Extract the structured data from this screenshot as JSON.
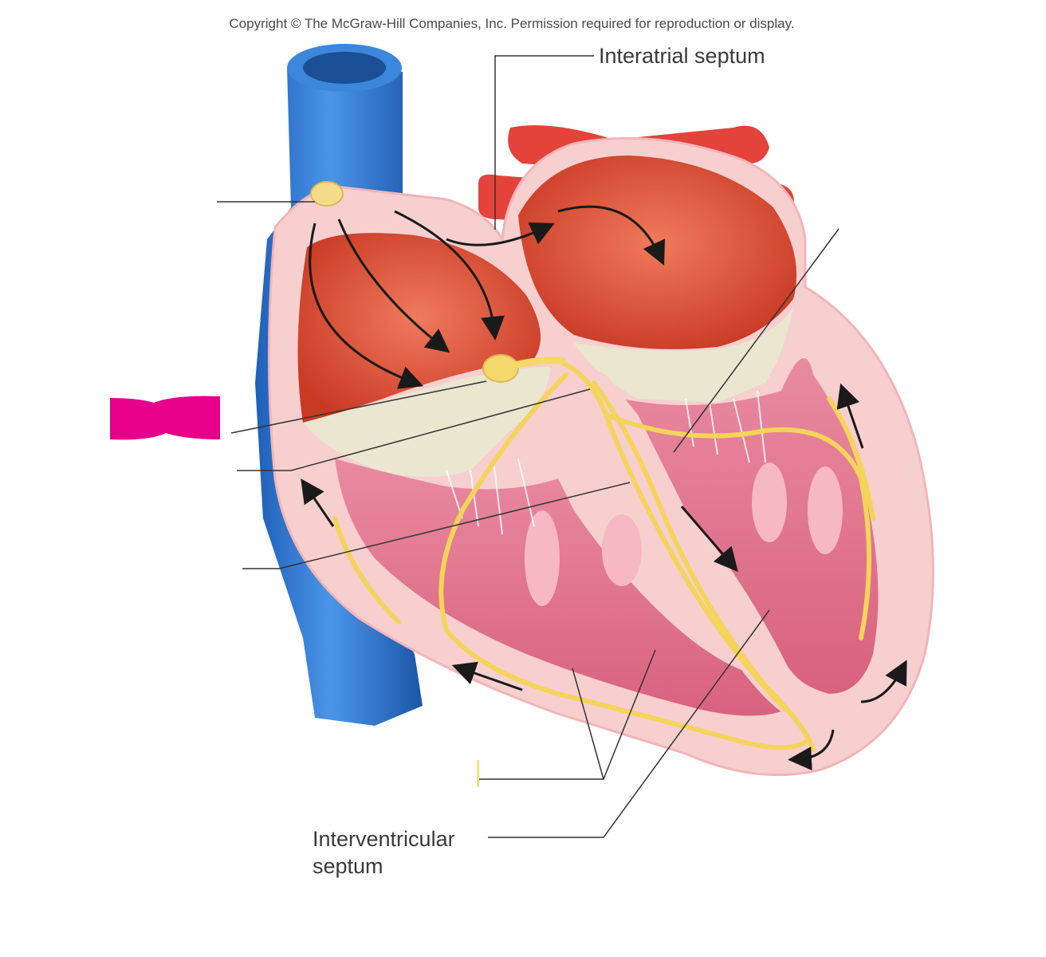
{
  "copyright": "Copyright © The McGraw-Hill Companies, Inc. Permission required for reproduction or display.",
  "labels": {
    "interatrial_septum": "Interatrial septum",
    "interventricular_line1": "Interventricular",
    "interventricular_line2": "septum"
  },
  "colors": {
    "vein": "#2f78d0",
    "artery": "#e8413a",
    "myocardium": "#f5c4c4",
    "chamber": "#d9482f",
    "valve": "#ece8d4",
    "conduction": "#f4d45a",
    "label_mask": "#e6008a"
  }
}
